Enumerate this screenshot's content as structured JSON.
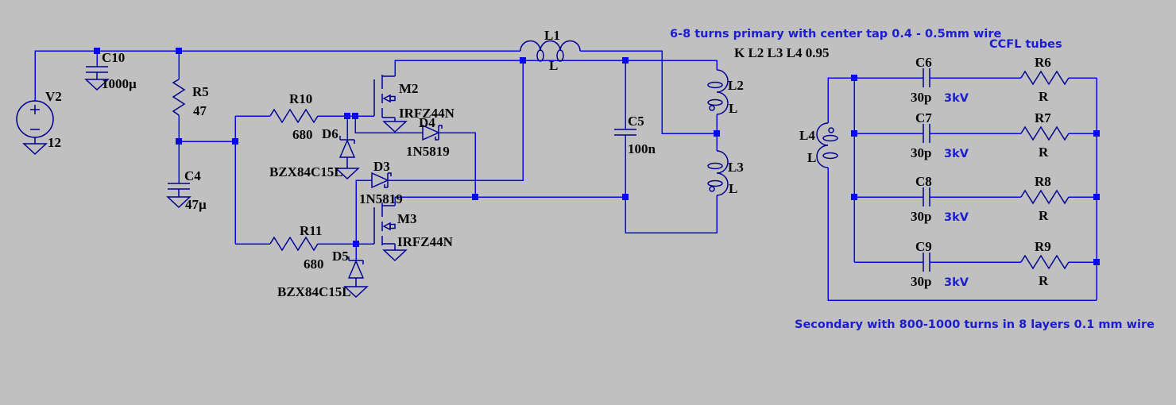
{
  "colors": {
    "background": "#c0c0c0",
    "wire": "#0808f0",
    "component": "#000090",
    "label": "#060606",
    "annotation": "#1d1dd0"
  },
  "components": {
    "v2": {
      "name": "V2",
      "value": "12"
    },
    "c10": {
      "name": "C10",
      "value": "1000µ"
    },
    "r5": {
      "name": "R5",
      "value": "47"
    },
    "c4": {
      "name": "C4",
      "value": "47µ"
    },
    "r10": {
      "name": "R10",
      "value": "680"
    },
    "r11": {
      "name": "R11",
      "value": "680"
    },
    "d6": {
      "name": "D6",
      "value": "BZX84C15L"
    },
    "d5": {
      "name": "D5",
      "value": "BZX84C15L"
    },
    "m2": {
      "name": "M2",
      "value": "IRFZ44N"
    },
    "m3": {
      "name": "M3",
      "value": "IRFZ44N"
    },
    "d4": {
      "name": "D4",
      "value": "1N5819"
    },
    "d3": {
      "name": "D3",
      "value": "1N5819"
    },
    "l1": {
      "name": "L1",
      "value": "L"
    },
    "l2": {
      "name": "L2",
      "value": "L"
    },
    "l3": {
      "name": "L3",
      "value": "L"
    },
    "l4": {
      "name": "L4",
      "value": "L"
    },
    "c5": {
      "name": "C5",
      "value": "100n"
    }
  },
  "annotations": {
    "primary": "6-8 turns primary with center tap 0.4 - 0.5mm wire",
    "coupling": "K L2 L3 L4 0.95",
    "ccfl": "CCFL tubes",
    "secondary": "Secondary with 800-1000 turns in 8 layers 0.1 mm wire"
  },
  "output_rows": [
    {
      "cap": "C6",
      "cap_value": "30p",
      "rating": "3kV",
      "res": "R6",
      "res_value": "R"
    },
    {
      "cap": "C7",
      "cap_value": "30p",
      "rating": "3kV",
      "res": "R7",
      "res_value": "R"
    },
    {
      "cap": "C8",
      "cap_value": "30p",
      "rating": "3kV",
      "res": "R8",
      "res_value": "R"
    },
    {
      "cap": "C9",
      "cap_value": "30p",
      "rating": "3kV",
      "res": "R9",
      "res_value": "R"
    }
  ]
}
